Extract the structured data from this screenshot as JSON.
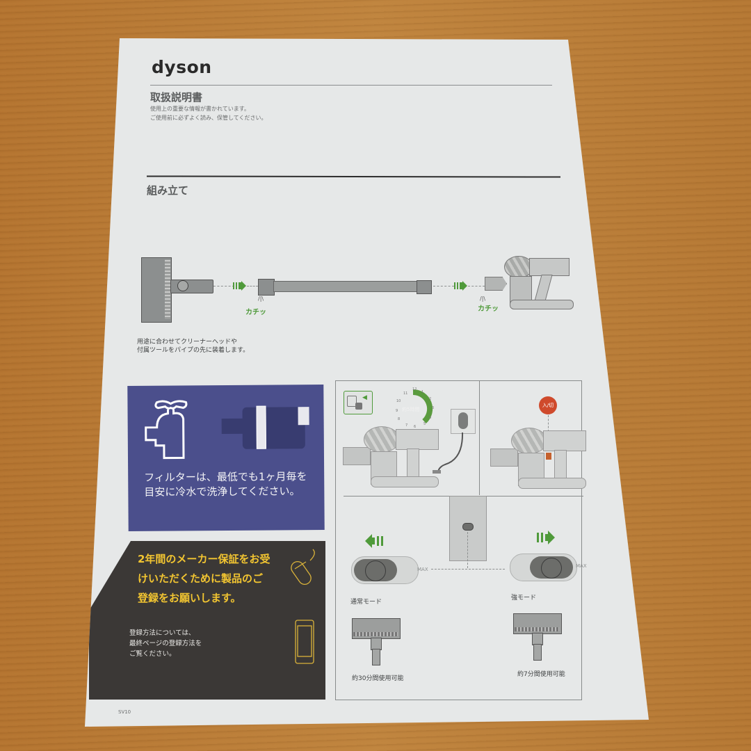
{
  "brand": {
    "logo": "dyson"
  },
  "header": {
    "title": "取扱説明書",
    "subtitle_lines": [
      "使用上の重要な情報が書かれています。",
      "ご使用前に必ずよく読み、保管してください。"
    ]
  },
  "assembly": {
    "section_title": "組み立て",
    "click_sound_1": "カチッ",
    "click_sound_2": "カチッ",
    "caption_lines": [
      "用途に合わせてクリーナーヘッドや",
      "付属ツールをパイプの先に装着します。"
    ]
  },
  "filter_notice": {
    "text_lines": [
      "フィルターは、最低でも1ヶ月毎を",
      "目安に冷水で洗浄してください。"
    ],
    "bg_color": "#4b4f8c"
  },
  "registration": {
    "headline_lines": [
      "2年間のメーカー保証をお受",
      "けいただくために製品のご",
      "登録をお願いします。"
    ],
    "body_lines": [
      "登録方法については、",
      "最終ページの登録方法を",
      "ご覧ください。"
    ],
    "accent_color": "#f2c531"
  },
  "charging": {
    "duration_label": "約5時間",
    "clock_numbers": [
      "12",
      "1",
      "2",
      "3",
      "4",
      "5",
      "6",
      "7",
      "8",
      "9",
      "10",
      "11"
    ]
  },
  "power_switch": {
    "label": "入/切"
  },
  "modes": {
    "normal": {
      "label": "通常モード",
      "runtime": "約30分間使用可能"
    },
    "max": {
      "label": "強モード",
      "runtime": "約7分間使用可能"
    },
    "max_marker_1": "MAX",
    "max_marker_2": "MAX"
  },
  "footer": {
    "model": "SV10"
  }
}
